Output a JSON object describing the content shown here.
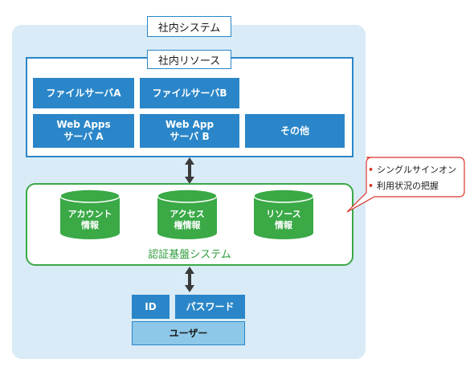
{
  "diagram": {
    "system_label": "社内システム",
    "resources_label": "社内リソース",
    "resource_boxes": [
      {
        "line1": "ファイルサーバA",
        "line2": ""
      },
      {
        "line1": "ファイルサーバB",
        "line2": ""
      },
      {
        "line1": "Web Apps",
        "line2": "サーバ A"
      },
      {
        "line1": "Web App",
        "line2": "サーバ B"
      },
      {
        "line1": "その他",
        "line2": ""
      }
    ],
    "auth_system_label": "認証基盤システム",
    "databases": [
      {
        "line1": "アカウント",
        "line2": "情報"
      },
      {
        "line1": "アクセス",
        "line2": "権情報"
      },
      {
        "line1": "リソース",
        "line2": "情報"
      }
    ],
    "callout_items": [
      "シングルサインオン",
      "利用状況の把握"
    ],
    "credentials": {
      "id": "ID",
      "password": "パスワード"
    },
    "user_label": "ユーザー",
    "colors": {
      "panel_bg": "#d9ebf6",
      "blue": "#2a86c8",
      "green": "#3aa946",
      "red": "#d9342b",
      "user_bg": "#8dc8e8"
    }
  }
}
